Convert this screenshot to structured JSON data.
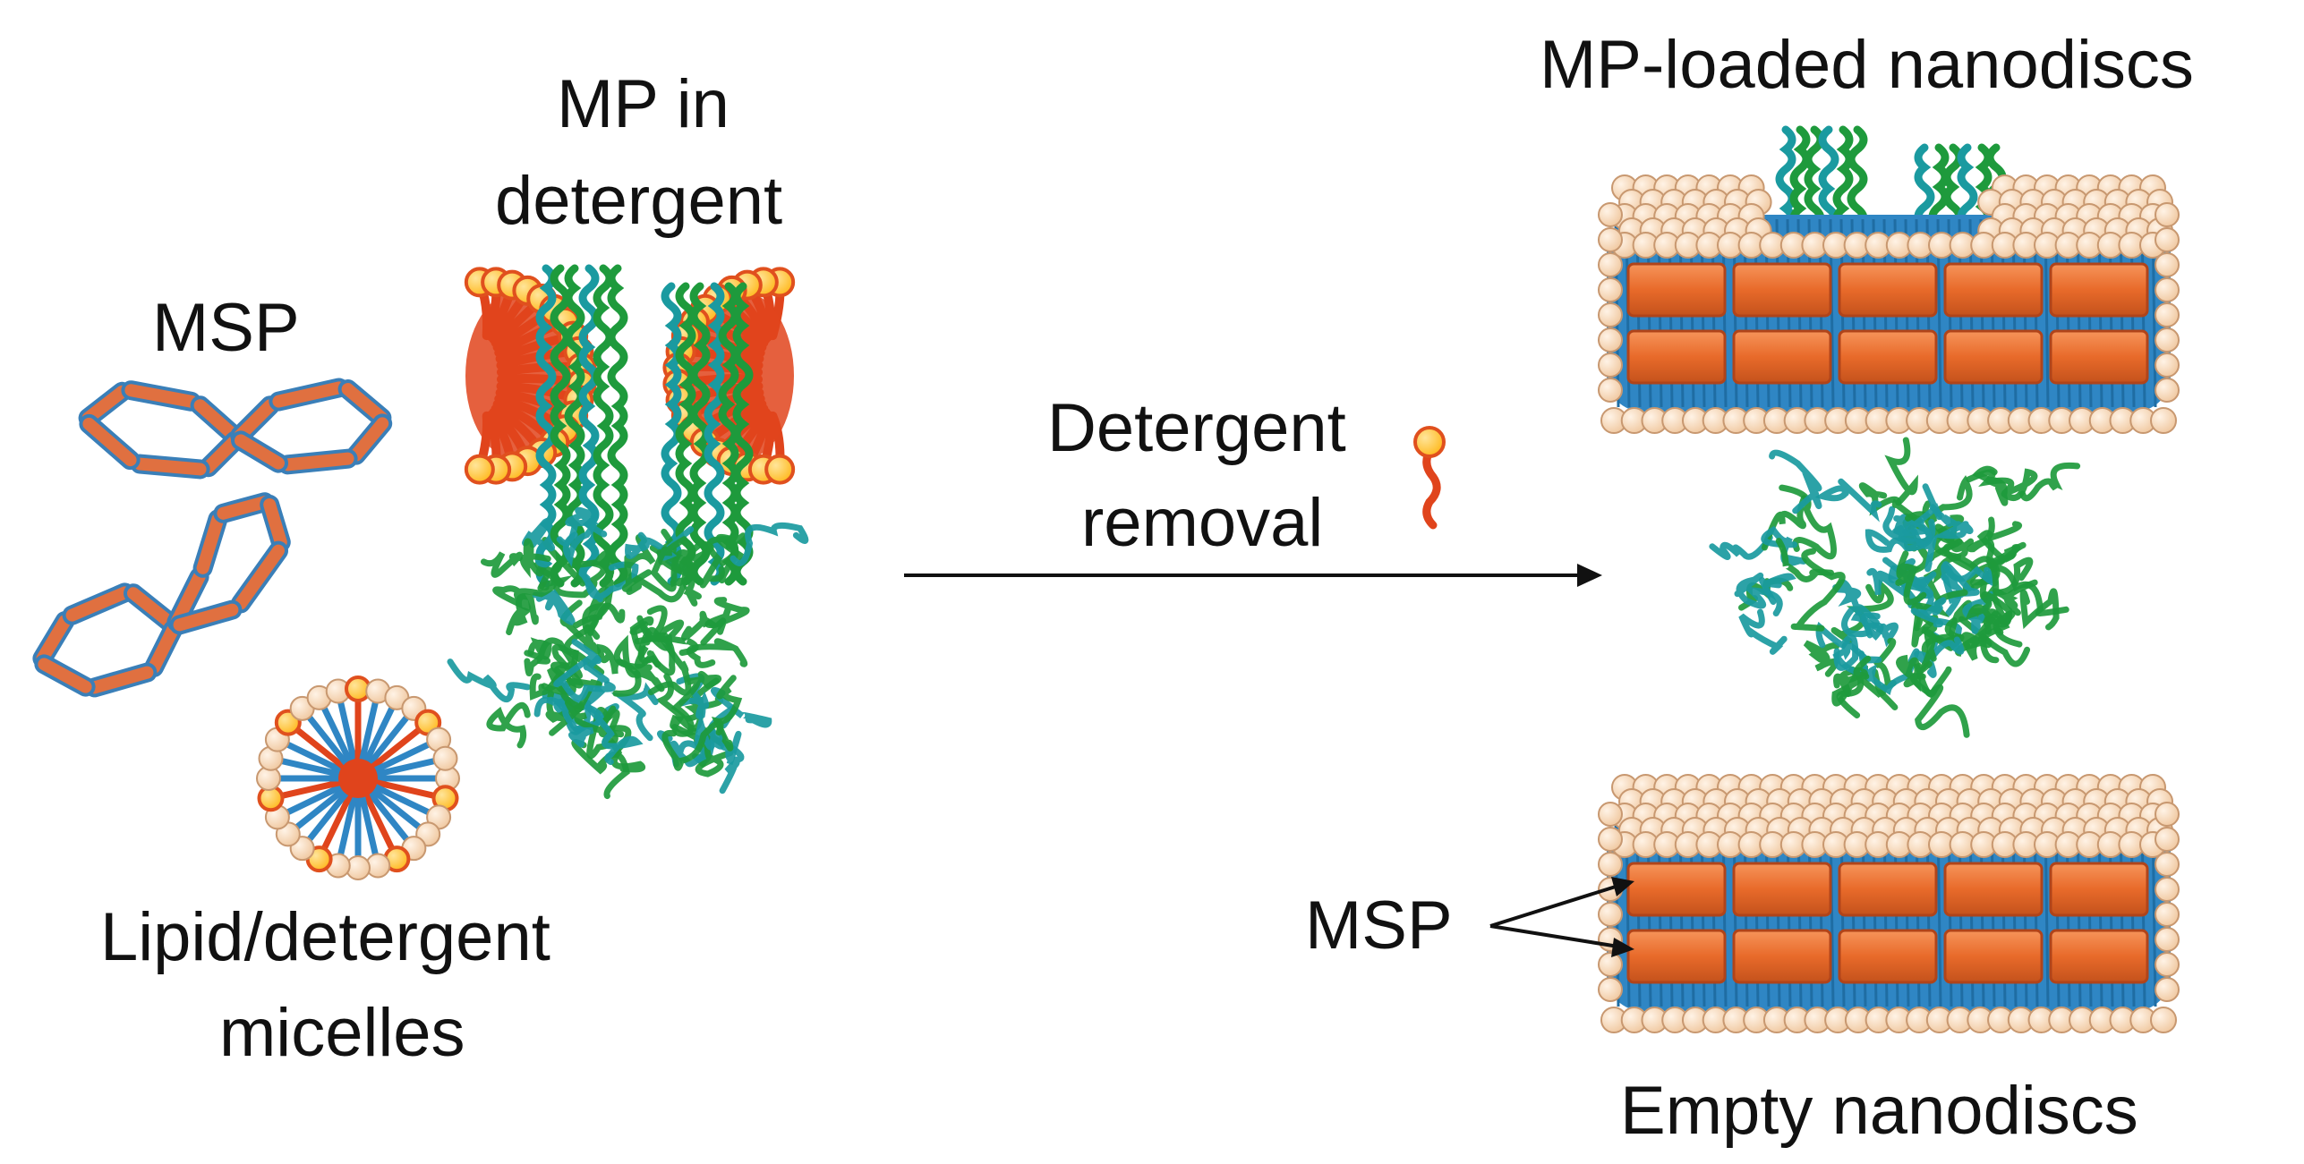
{
  "labels": {
    "msp_top": "MSP",
    "mp_in_detergent_l1": "MP in",
    "mp_in_detergent_l2": "detergent",
    "lipid_l1": "Lipid/detergent",
    "lipid_l2": "micelles",
    "detergent_removal_l1": "Detergent",
    "detergent_removal_l2": "removal",
    "mp_loaded": "MP-loaded nanodiscs",
    "msp_pointer": "MSP",
    "empty": "Empty nanodiscs"
  },
  "colors": {
    "msp_fill": "#e07040",
    "msp_edge": "#3a7fb8",
    "lipid_head": "#f0c8a0",
    "lipid_head_edge": "#c89870",
    "lipid_tail": "#2f86c4",
    "detergent_head": "#ffb81c",
    "detergent_head_edge": "#e0501e",
    "detergent_tail": "#e0441c",
    "protein_green": "#1e9a3c",
    "protein_teal": "#1a9aa0",
    "belt_orange": "#e86a2a",
    "belt_edge": "#b0441a",
    "arrow": "#111111"
  }
}
